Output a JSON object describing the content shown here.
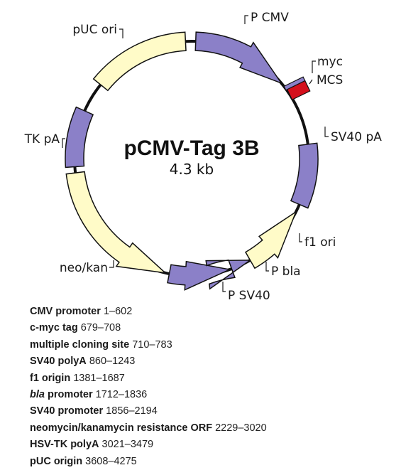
{
  "plasmid": {
    "name": "pCMV-Tag 3B",
    "size": "4.3 kb"
  },
  "colors": {
    "promoter_purple": "#8b80c8",
    "region_cream": "#fffbc8",
    "mcs_red": "#d4101c",
    "outline": "#111111"
  },
  "map_labels": {
    "p_cmv": "P CMV",
    "myc": "myc",
    "mcs": "MCS",
    "sv40_pa": "SV40 pA",
    "f1_ori": "f1 ori",
    "p_bla": "P bla",
    "p_sv40": "P SV40",
    "neo_kan": "neo/kan",
    "tk_pa": "TK pA",
    "puc_ori": "pUC ori"
  },
  "features": [
    {
      "name": "CMV promoter",
      "range": "1–602"
    },
    {
      "name": "c-myc tag",
      "range": "679–708"
    },
    {
      "name": "multiple cloning site",
      "range": "710–783"
    },
    {
      "name": "SV40 polyA",
      "range": "860–1243"
    },
    {
      "name": "f1 origin",
      "range": "1381–1687"
    },
    {
      "name_italic": "bla",
      "name": " promoter",
      "range": "1712–1836"
    },
    {
      "name": "SV40 promoter",
      "range": "1856–2194"
    },
    {
      "name": "neomycin/kanamycin resistance ORF",
      "range": "2229–3020"
    },
    {
      "name": "HSV-TK polyA",
      "range": "3021–3479"
    },
    {
      "name": "pUC origin",
      "range": "3608–4275"
    }
  ]
}
